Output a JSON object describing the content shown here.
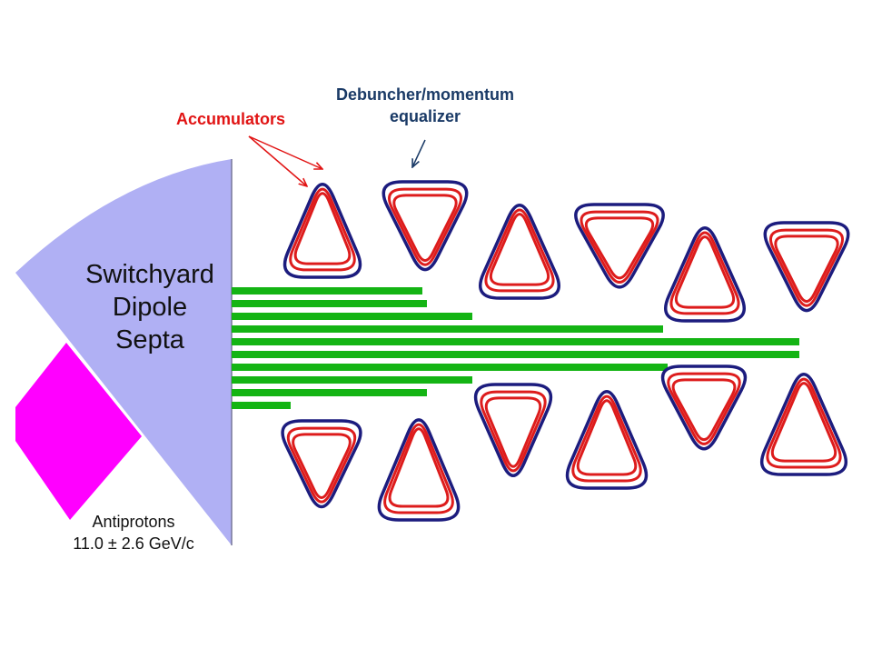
{
  "labels": {
    "accumulators": "Accumulators",
    "debuncher_line1": "Debuncher/momentum",
    "debuncher_line2": "equalizer",
    "switchyard_line1": "Switchyard",
    "switchyard_line2": "Dipole",
    "switchyard_line3": "Septa",
    "antiprotons_line1": "Antiprotons",
    "antiprotons_line2": "11.0 ± 2.6 GeV/c"
  },
  "colors": {
    "septa": "#b0b0f4",
    "target": "#ff00ff",
    "ring_outer": "#1c1c7e",
    "ring_inner": "#dd1c1c",
    "beamline": "#14b414",
    "accumulator_label": "#e11414",
    "debuncher_label": "#1a3a66"
  }
}
